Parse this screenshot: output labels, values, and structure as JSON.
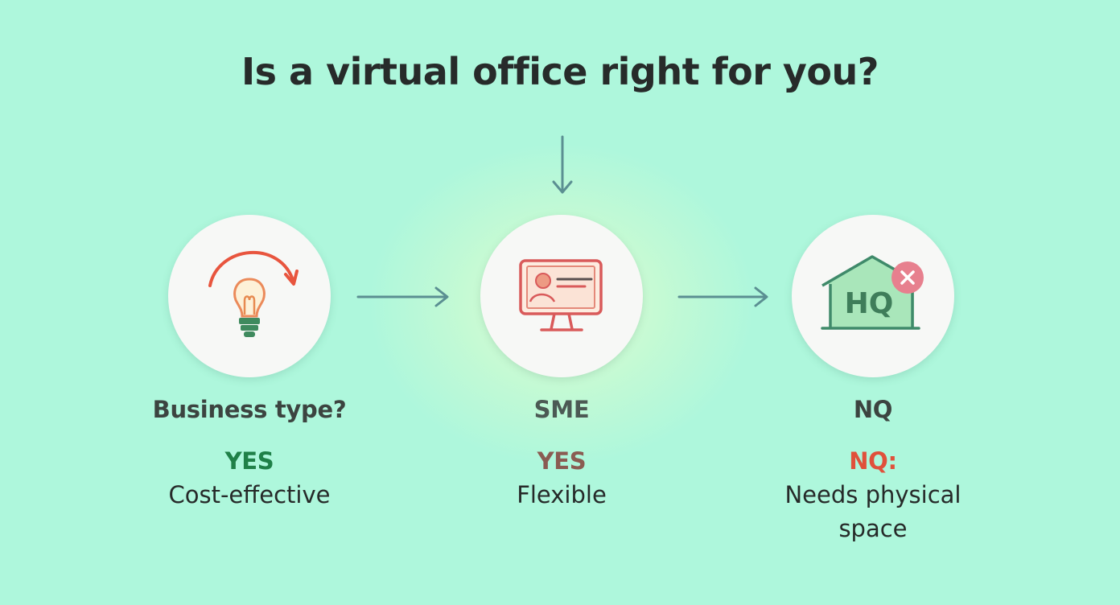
{
  "title": "Is a virtual office right for you?",
  "steps": [
    {
      "heading": "Business type?",
      "answer": "YES",
      "answer_color": "#1f8048",
      "description": "Cost-effective",
      "icon": "lightbulb-icon"
    },
    {
      "heading": "SME",
      "answer": "YES",
      "answer_color": "#8a5c52",
      "description": "Flexible",
      "icon": "monitor-icon"
    },
    {
      "heading": "NQ",
      "answer": "NQ:",
      "answer_color": "#e0513b",
      "description": "Needs physical space",
      "icon": "hq-house-icon",
      "icon_text": "HQ"
    }
  ],
  "colors": {
    "background": "#aef7dc",
    "arrow": "#5b8f92",
    "icon_red": "#e05a4c",
    "icon_green": "#3f8a5e"
  }
}
